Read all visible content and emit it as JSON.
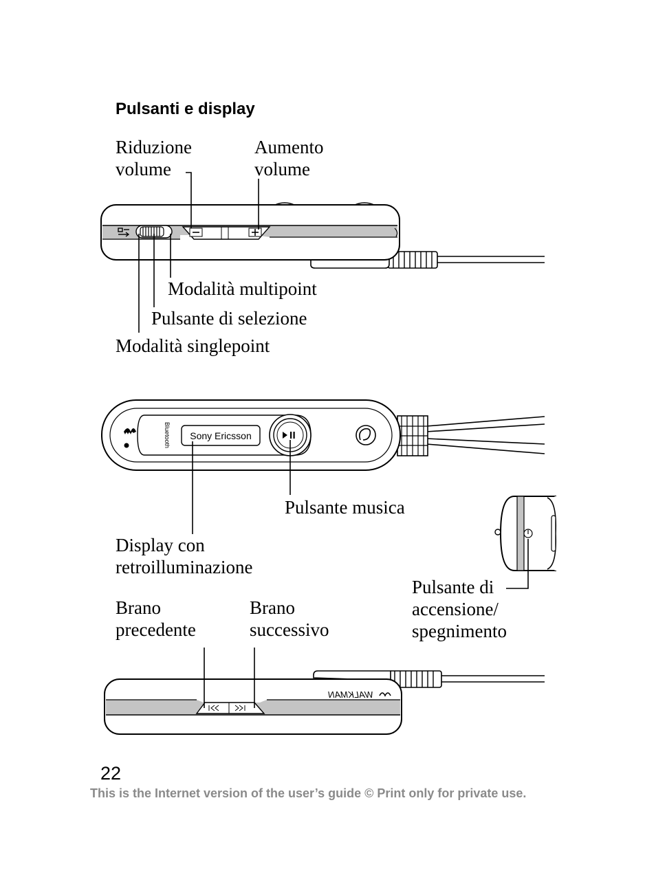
{
  "heading": "Pulsanti e display",
  "labels": {
    "volume_down": [
      "Riduzione",
      "volume"
    ],
    "volume_up": [
      "Aumento",
      "volume"
    ],
    "multipoint": "Modalità multipoint",
    "select_button": "Pulsante di selezione",
    "singlepoint": "Modalità singlepoint",
    "music_button": "Pulsante musica",
    "display": [
      "Display con",
      "retroilluminazione"
    ],
    "power": [
      "Pulsante di",
      "accensione/",
      "spegnimento"
    ],
    "prev_track": [
      "Brano",
      "precedente"
    ],
    "next_track": [
      "Brano",
      "successivo"
    ]
  },
  "device": {
    "brand": "Sony Ericsson",
    "bluetooth": "Bluetooth",
    "walkman": "WALKMAN"
  },
  "page_number": "22",
  "footer": "This is the Internet version of the user’s guide © Print only for private use."
}
